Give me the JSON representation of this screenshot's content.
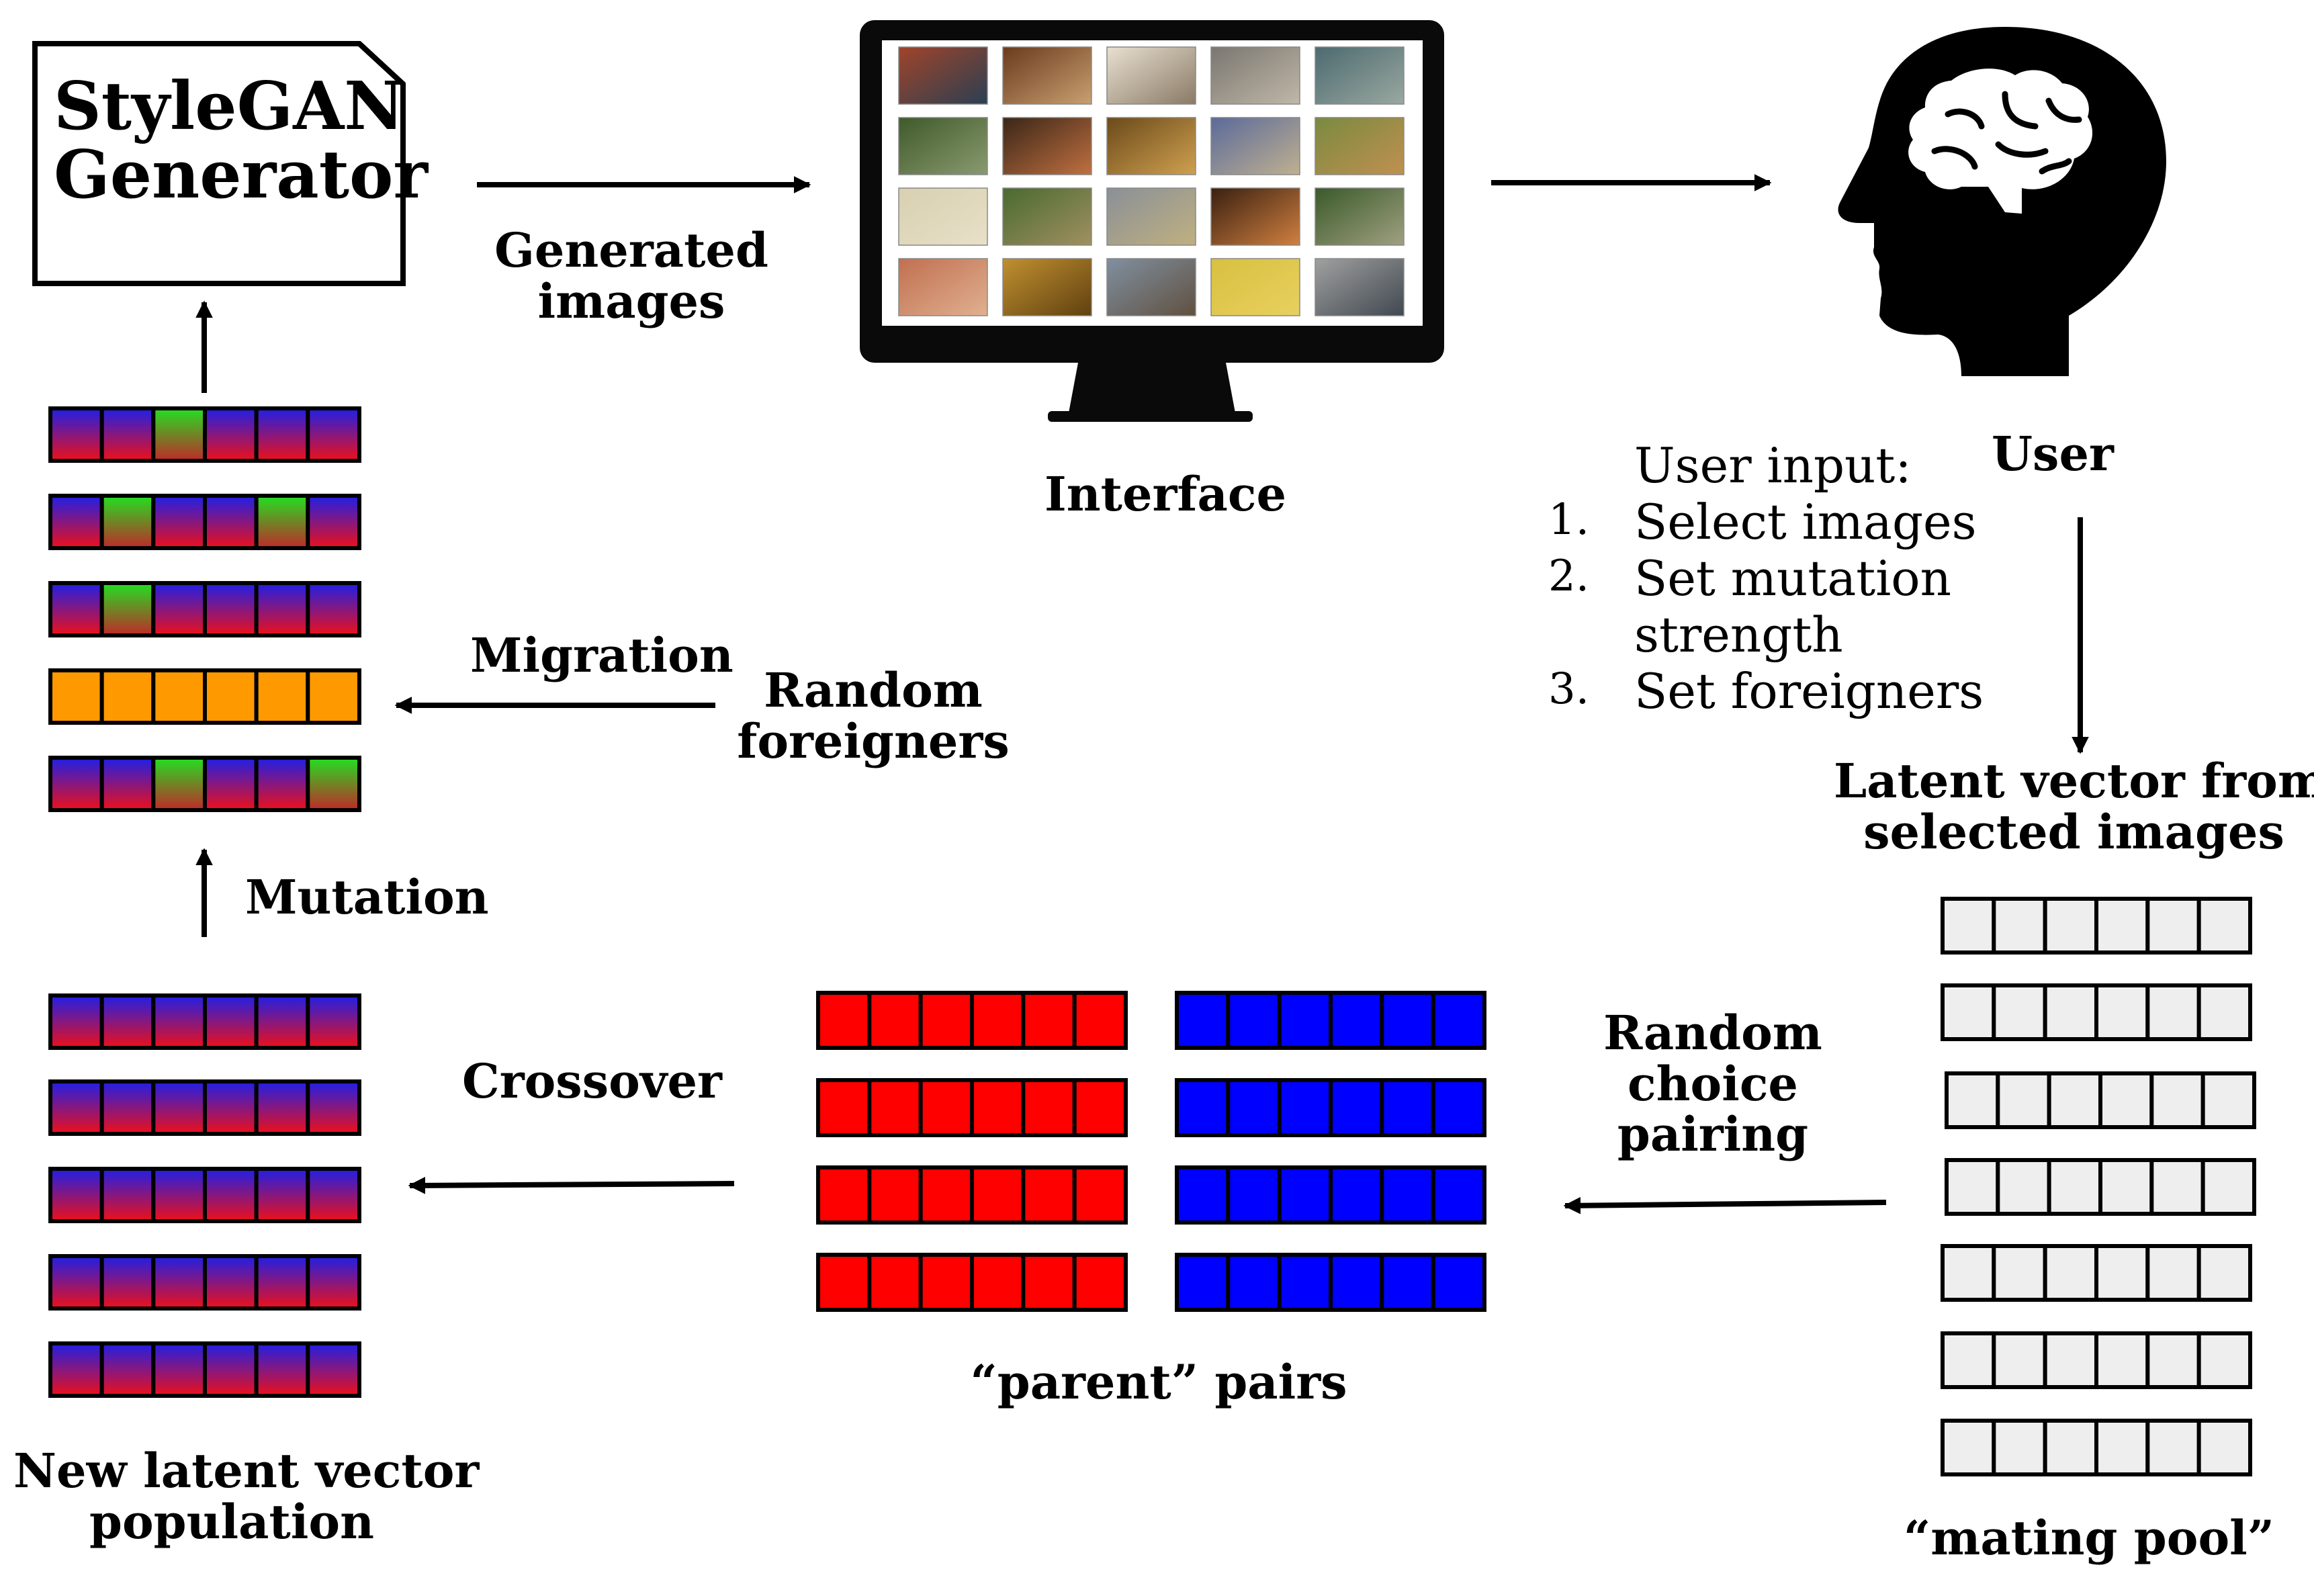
{
  "generator": {
    "line1": "StyleGAN",
    "line2": "Generator"
  },
  "labels": {
    "generated_images": [
      "Generated",
      "images"
    ],
    "interface": "Interface",
    "user": "User",
    "user_input_title": "User input:",
    "user_input_items": [
      {
        "num": "1.",
        "lines": [
          "Select images"
        ]
      },
      {
        "num": "2.",
        "lines": [
          "Set mutation",
          "strength"
        ]
      },
      {
        "num": "3.",
        "lines": [
          "Set foreigners"
        ]
      }
    ],
    "latent_from_selected": [
      "Latent vector from",
      "selected images"
    ],
    "mating_pool": "“mating pool”",
    "random_choice_pairing": [
      "Random",
      "choice",
      "pairing"
    ],
    "parent_pairs": "“parent” pairs",
    "crossover": "Crossover",
    "new_population": [
      "New latent vector",
      "population"
    ],
    "mutation": "Mutation",
    "migration": "Migration",
    "random_foreigners": [
      "Random",
      "foreigners"
    ]
  },
  "colors": {
    "red": "#ff0000",
    "blue": "#0000ff",
    "green": "#22dd22",
    "orange": "#ff9900",
    "pool_gray": "#eeeeee",
    "ink": "#000000"
  },
  "gene_patterns": {
    "population_top": [
      [
        "grad",
        "grad",
        "green",
        "grad",
        "grad",
        "grad"
      ],
      [
        "grad",
        "green",
        "grad",
        "grad",
        "green",
        "grad"
      ],
      [
        "grad",
        "green",
        "grad",
        "grad",
        "grad",
        "grad"
      ],
      [
        "orange",
        "orange",
        "orange",
        "orange",
        "orange",
        "orange"
      ],
      [
        "grad",
        "grad",
        "green",
        "grad",
        "grad",
        "green"
      ]
    ],
    "population_bottom": [
      [
        "grad",
        "grad",
        "grad",
        "grad",
        "grad",
        "grad"
      ],
      [
        "grad",
        "grad",
        "grad",
        "grad",
        "grad",
        "grad"
      ],
      [
        "grad",
        "grad",
        "grad",
        "grad",
        "grad",
        "grad"
      ],
      [
        "grad",
        "grad",
        "grad",
        "grad",
        "grad",
        "grad"
      ],
      [
        "grad",
        "grad",
        "grad",
        "grad",
        "grad",
        "grad"
      ]
    ],
    "parents_red_rows": 4,
    "parents_blue_rows": 4,
    "mating_pool_rows": 7
  },
  "screen_grid": {
    "rows": 4,
    "cols": 5
  }
}
